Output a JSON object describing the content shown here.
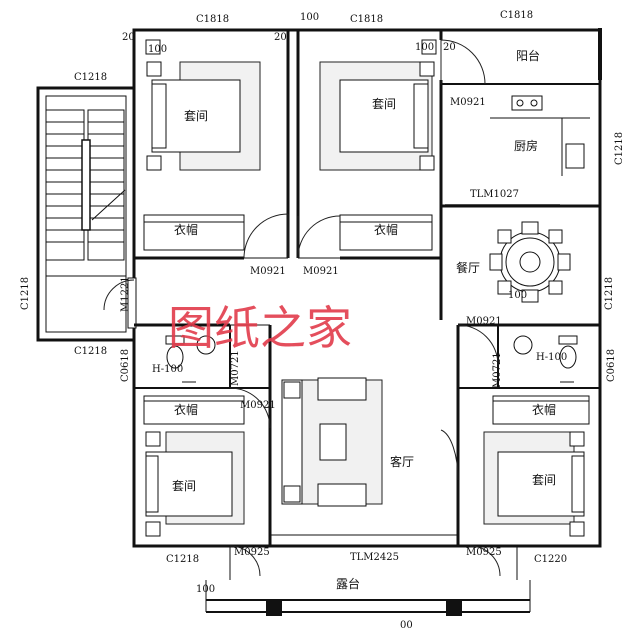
{
  "watermark": "图纸之家",
  "rooms": {
    "suite_top_left": "套间",
    "suite_top_mid": "套间",
    "suite_bottom_left": "套间",
    "suite_bottom_right": "套间",
    "wardrobe_top_left": "衣帽",
    "wardrobe_top_mid": "衣帽",
    "wardrobe_bottom_left": "衣帽",
    "wardrobe_bottom_right": "衣帽",
    "balcony": "阳台",
    "kitchen": "厨房",
    "dining": "餐厅",
    "living": "客厅",
    "terrace": "露台"
  },
  "labels": {
    "c1818_a": "C1818",
    "c1818_b": "C1818",
    "c1818_c": "C1818",
    "c1218_top": "C1218",
    "c1218_left": "C1218",
    "c1218_bot": "C1218",
    "c1218_botleft": "C1218",
    "c1218_right_top": "C1218",
    "c1218_right_mid": "C1218",
    "c1220": "C1220",
    "c0618_left": "C0618",
    "c0618_right": "C0618",
    "n20_a": "20",
    "n100_a": "100",
    "n100_b": "100",
    "n100_c": "100",
    "n20_b": "20",
    "n100_d": "100",
    "n00": "00",
    "m0921_kitchen": "M0921",
    "tlm1027": "TLM1027",
    "m0921_a": "M0921",
    "m0921_b": "M0921",
    "m0921_c": "M0921",
    "m0921_d": "M0921",
    "m1221": "M1221",
    "m0721_a": "M0721",
    "m0721_b": "M0721",
    "m0925_a": "M0925",
    "m0925_b": "M0925",
    "tlm2425": "TLM2425",
    "h100_a": "H-100",
    "h100_b": "H-100",
    "l100": "100"
  }
}
